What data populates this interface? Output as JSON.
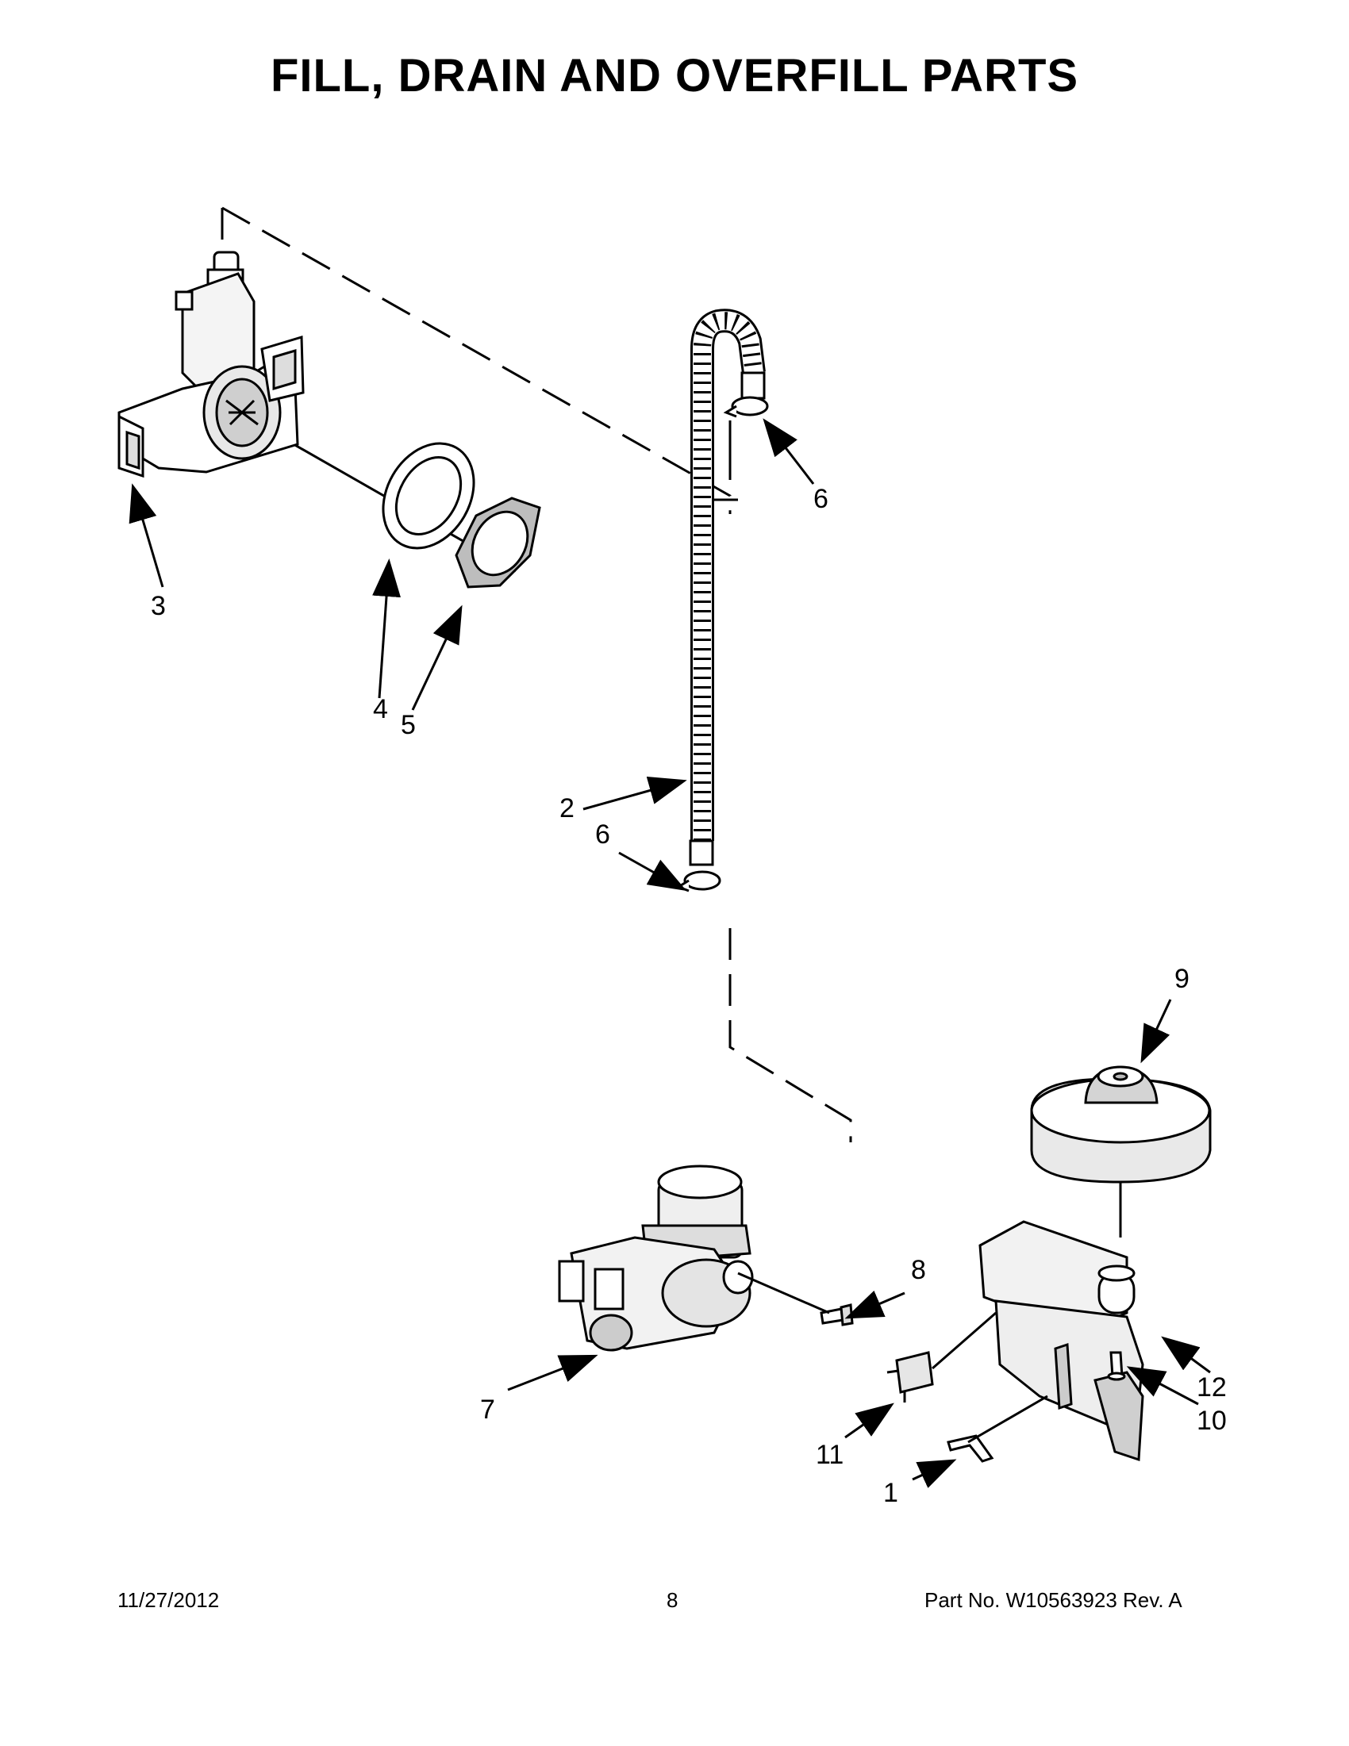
{
  "title": "FILL, DRAIN AND OVERFILL PARTS",
  "footer": {
    "date": "11/27/2012",
    "page": "8",
    "part": "Part No.  W10563923  Rev.  A"
  },
  "callouts": {
    "c1": "1",
    "c2": "2",
    "c3": "3",
    "c4": "4",
    "c5": "5",
    "c6a": "6",
    "c6b": "6",
    "c7": "7",
    "c8": "8",
    "c9": "9",
    "c10": "10",
    "c11": "11",
    "c12": "12"
  }
}
